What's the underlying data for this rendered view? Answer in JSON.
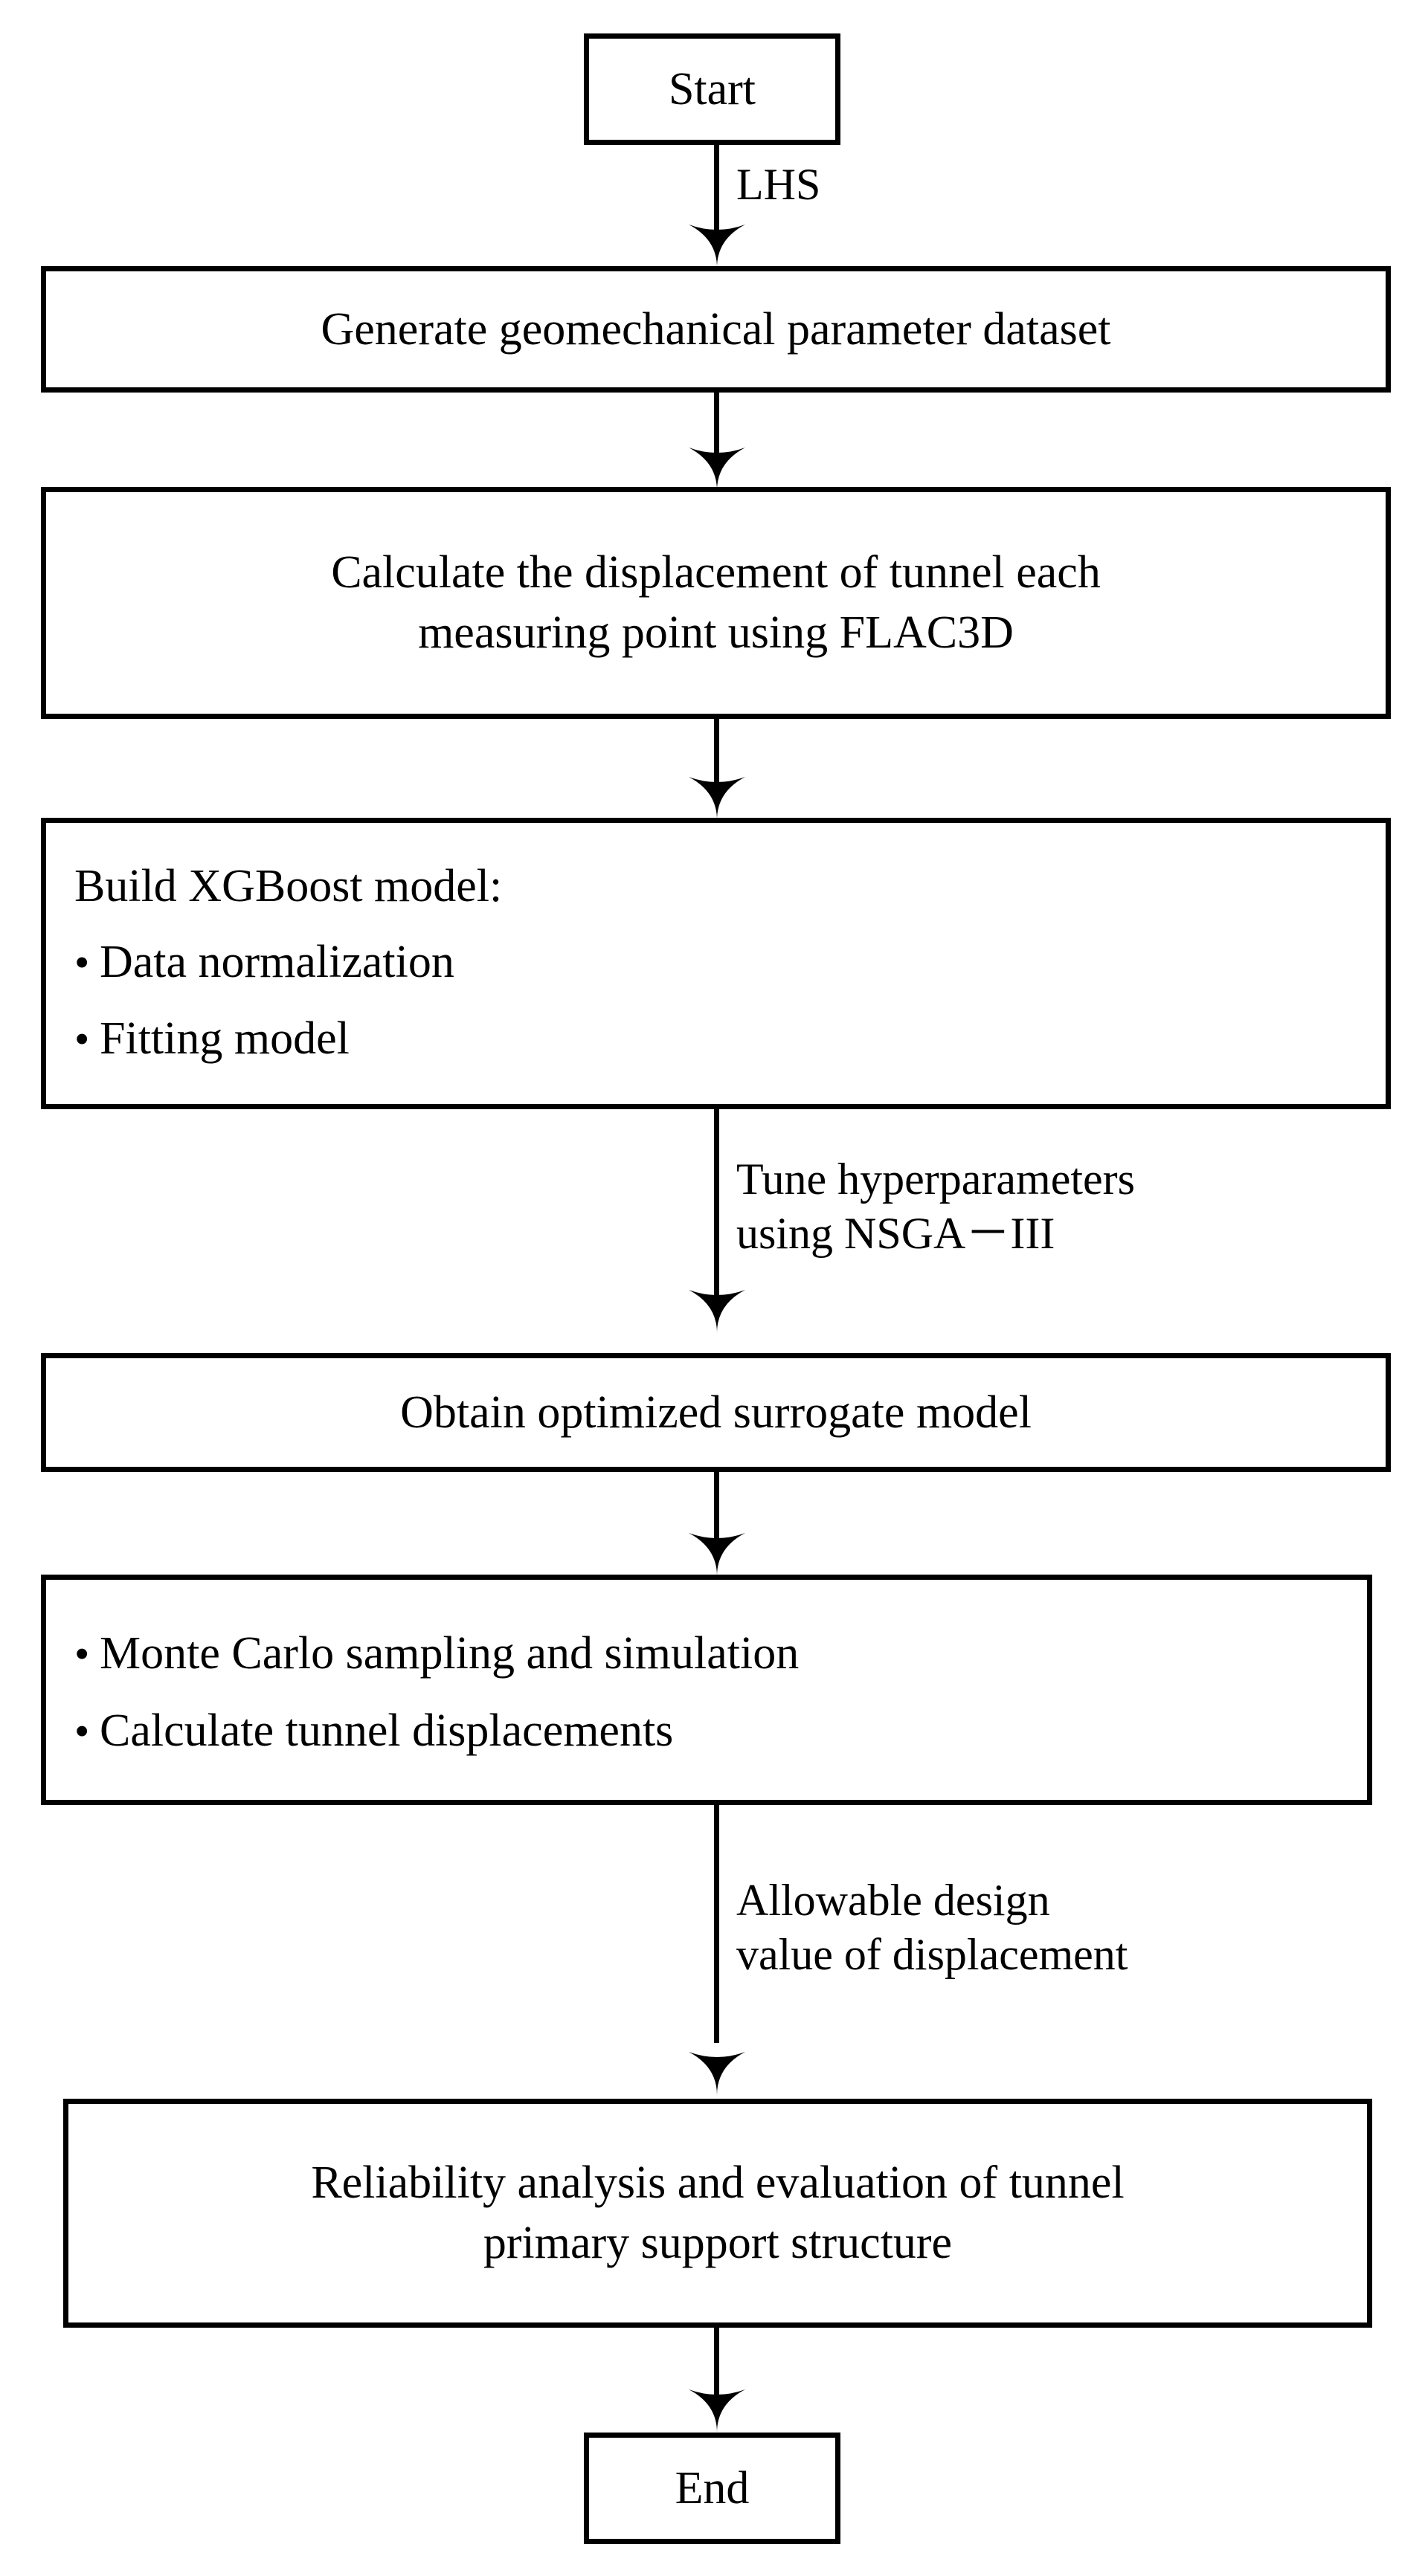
{
  "meta": {
    "title": "Methodology flowchart: XGBoost surrogate model reliability analysis of tunnel primary support",
    "stroke_color": "#000000",
    "background_color": "#ffffff"
  },
  "nodes": [
    {
      "id": "start",
      "kind": "terminal",
      "label": "Start"
    },
    {
      "id": "generate",
      "kind": "process",
      "label": "Generate geomechanical parameter dataset"
    },
    {
      "id": "calculate",
      "kind": "process",
      "label": "Calculate the displacement of tunnel each\nmeasuring point using FLAC3D"
    },
    {
      "id": "build",
      "kind": "list",
      "heading": "Build XGBoost model:",
      "bullets": [
        "Data normalization",
        "Fitting model"
      ]
    },
    {
      "id": "surrogate",
      "kind": "process",
      "label": "Obtain optimized surrogate model"
    },
    {
      "id": "montecarlo",
      "kind": "list",
      "heading": "",
      "bullets": [
        "Monte Carlo sampling and simulation",
        "Calculate tunnel displacements"
      ]
    },
    {
      "id": "reliability",
      "kind": "process",
      "label": "Reliability analysis and evaluation of tunnel\nprimary support structure"
    },
    {
      "id": "end",
      "kind": "terminal",
      "label": "End"
    }
  ],
  "edge_labels": [
    {
      "id": "lhs",
      "text": "LHS"
    },
    {
      "id": "tune",
      "text": "Tune hyperparameters\nusing NSGA－III"
    },
    {
      "id": "allowable",
      "text": "Allowable design\nvalue of displacement"
    }
  ],
  "bullet_glyph": "•"
}
